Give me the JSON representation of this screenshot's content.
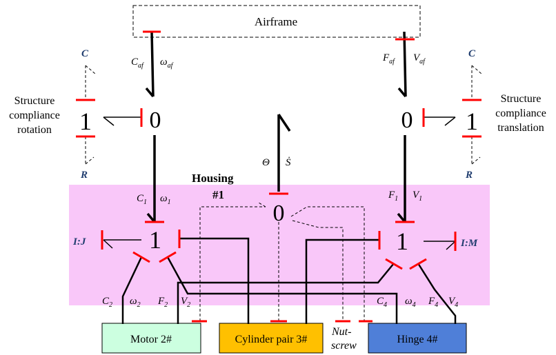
{
  "blocks": {
    "airframe": "Airframe",
    "motor": "Motor 2#",
    "cylinder": "Cylinder pair 3#",
    "hinge": "Hinge 4#"
  },
  "regions": {
    "housing": "Housing",
    "housing_number": "#1"
  },
  "junctions": {
    "zero": "0",
    "one": "1"
  },
  "structure": {
    "left": [
      "Structure",
      "compliance",
      "rotation"
    ],
    "right": [
      "Structure",
      "compliance",
      "translation"
    ]
  },
  "elements": {
    "c": "C",
    "r": "R",
    "ij": "I:J",
    "im": "I:M"
  },
  "nutscrew": [
    "Nut-",
    "screw"
  ],
  "variables": {
    "c_af": "C_af",
    "omega_af": "ω_af",
    "f_af": "F_af",
    "v_af": "V_af",
    "theta": "Θ",
    "s_dot": "Ṡ",
    "c1": "C_1",
    "omega1": "ω_1",
    "f1": "F_1",
    "v1": "V_1",
    "c2": "C_2",
    "omega2": "ω_2",
    "f2": "F_2",
    "v2": "V_2",
    "c4": "C_4",
    "omega4": "ω_4",
    "f4": "F_4",
    "v4": "V_4"
  },
  "colors": {
    "housing_fill": "#f9c7f9",
    "motor_fill": "#ccffe0",
    "cylinder_fill": "#ffc000",
    "hinge_fill": "#4f7fd8",
    "stroke_red": "#ff0000",
    "label_blue": "#1f3c6e"
  }
}
